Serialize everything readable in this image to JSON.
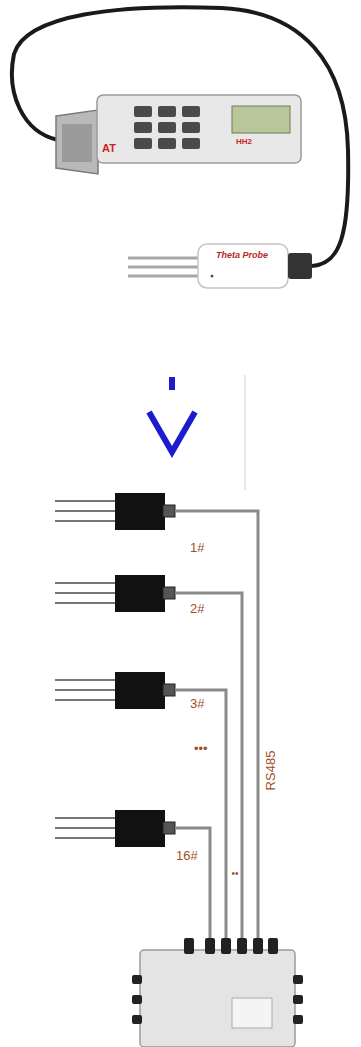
{
  "diagram": {
    "labels": [
      "AT",
      "HH2",
      "Theta Probe",
      "1#",
      "2#",
      "3#",
      "•••",
      "16#",
      "••",
      "RS485"
    ]
  }
}
